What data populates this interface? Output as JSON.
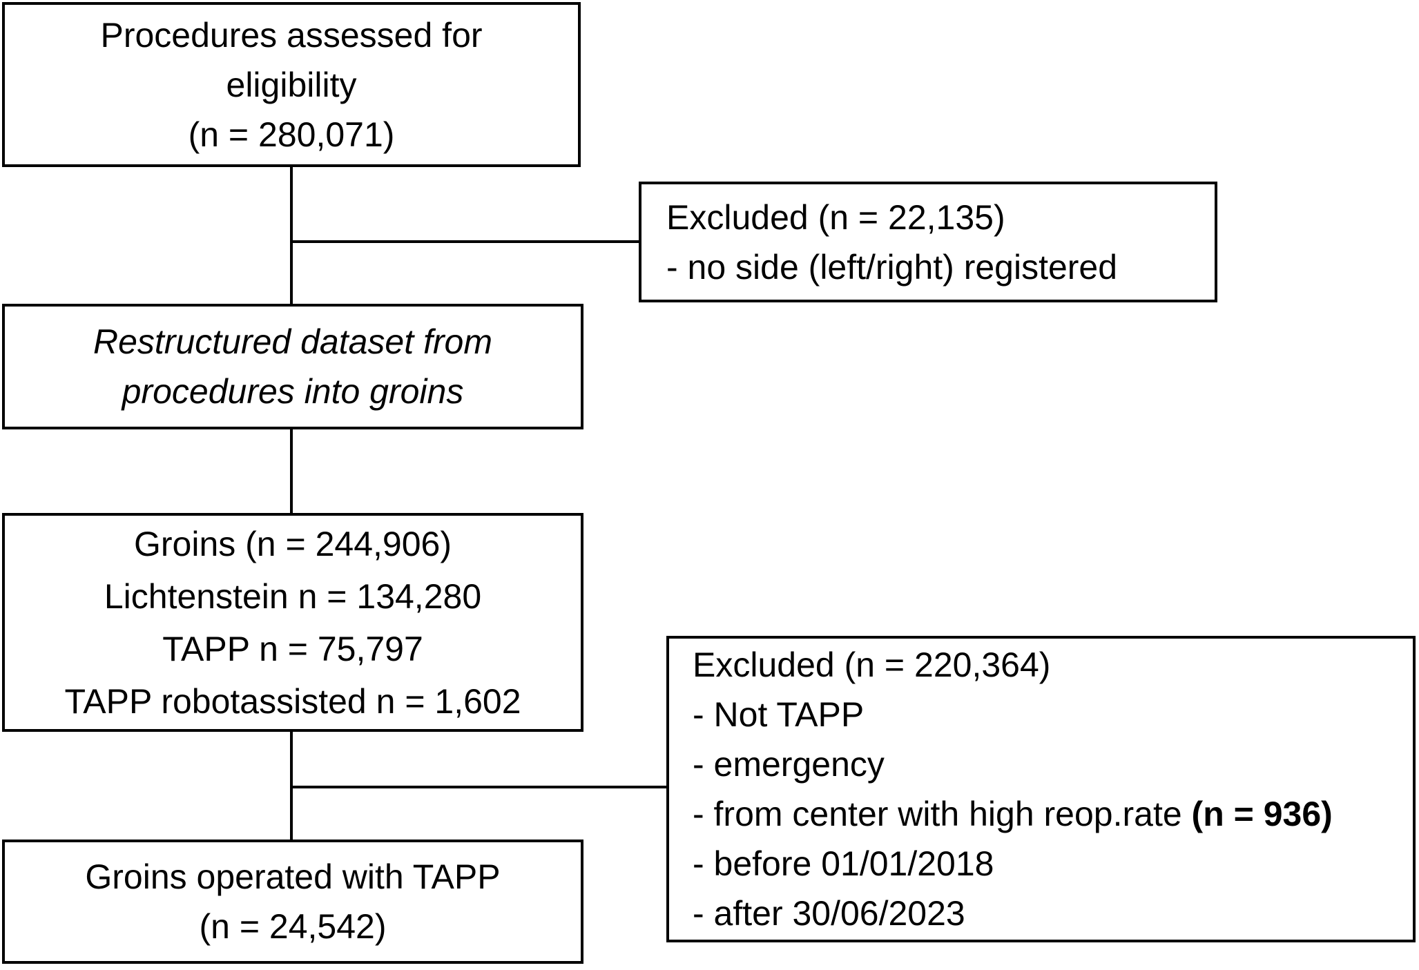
{
  "diagram": {
    "type": "flowchart",
    "colors": {
      "border": "#000000",
      "text": "#000000",
      "background": "#ffffff"
    },
    "boxes": {
      "eligibility": {
        "lines": [
          "Procedures assessed for",
          "eligibility",
          "(n = 280,071)"
        ]
      },
      "excluded_side": {
        "lines": [
          "Excluded (n = 22,135)",
          "- no side (left/right) registered"
        ]
      },
      "restructured": {
        "lines": [
          "Restructured dataset from",
          "procedures into groins"
        ]
      },
      "groins": {
        "lines": [
          "Groins (n = 244,906)",
          "Lichtenstein n = 134,280",
          "TAPP n = 75,797",
          "TAPP robotassisted n = 1,602"
        ]
      },
      "excluded_tapp": {
        "title": "Excluded (n = 220,364)",
        "item_not_tapp": "- Not TAPP",
        "item_emergency": "- emergency",
        "item_reop_text": "- from center with high reop.rate ",
        "item_reop_bold": "(n = 936)",
        "item_before": "- before 01/01/2018",
        "item_after": "- after 30/06/2023"
      },
      "final": {
        "lines": [
          "Groins operated with TAPP",
          "(n = 24,542)"
        ]
      }
    }
  }
}
